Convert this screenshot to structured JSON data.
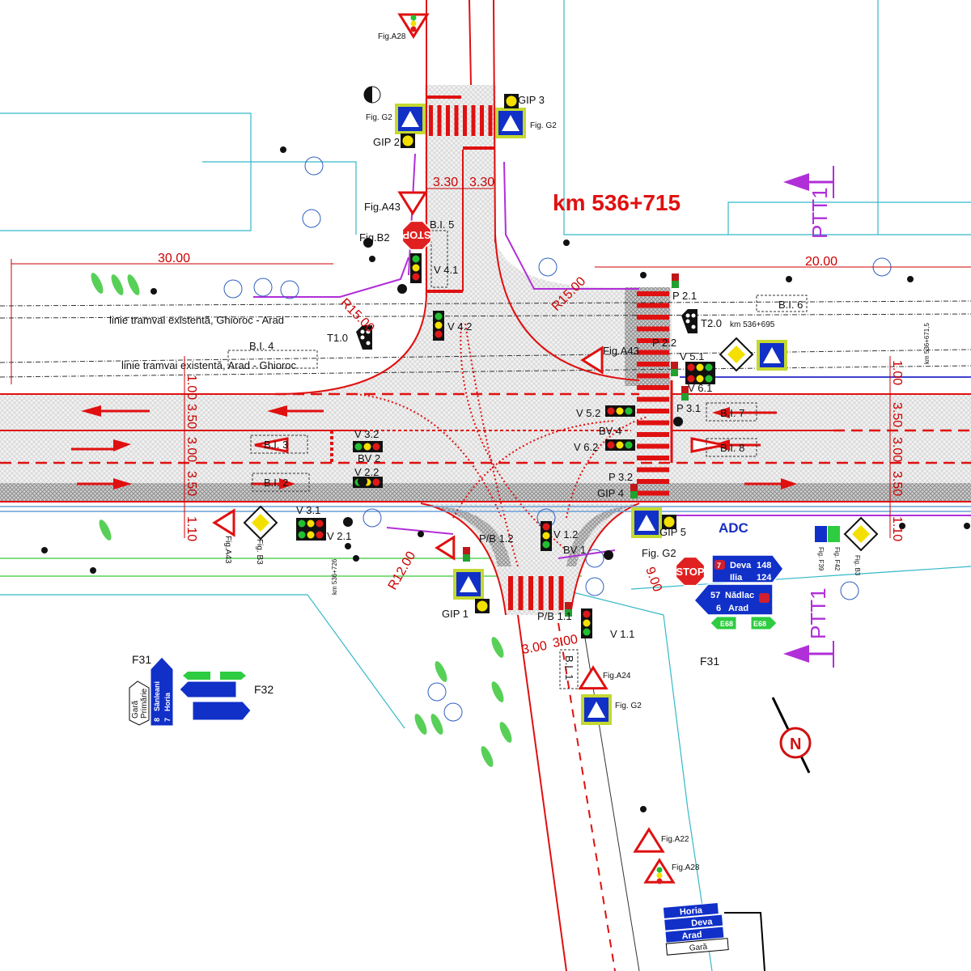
{
  "title_km": "km 536+715",
  "km_small": "km 536+695",
  "km_east": "km 536+671,5",
  "km_south": "km 536+726",
  "dimensions": {
    "west_len": "30.00",
    "east_len": "20.00",
    "north_l": "3.30",
    "north_r": "3.30",
    "w_1": "1.00",
    "w_2": "3.50",
    "w_3": "3.00",
    "w_4": "3.50",
    "w_5": "1.10",
    "e_1": "1.00",
    "e_2": "3.50",
    "e_3": "3.00",
    "e_4": "3.50",
    "e_5": "1.10",
    "south_l": "3.00",
    "south_r": "3.00",
    "r_nw": "R15.00",
    "r_ne": "R15.00",
    "r_sw": "R12.00",
    "r_se": "9.00"
  },
  "tram_lines": {
    "north": "linie tramvai existentă, Ghioroc - Arad",
    "south": "linie tramvai existentă, Arad - Ghioroc"
  },
  "islands": {
    "bi1": "B.I. 1",
    "bi2": "B.I. 2",
    "bi3": "B.I. 3",
    "bi4": "B.I. 4",
    "bi5": "B.I. 5",
    "bi6": "B.I. 6",
    "bi7": "B.I. 7",
    "bi8": "B.I. 8"
  },
  "signals": {
    "v41": "V 4.1",
    "v42": "V 4.2",
    "t10": "T1.0",
    "t20": "T2.0",
    "v32": "V 3.2",
    "bv2": "BV 2",
    "v22": "V 2.2",
    "v31": "V 3.1",
    "v21": "V 2.1",
    "v51": "V 5.1",
    "v61": "V 6.1",
    "v52": "V 5.2",
    "bv4": "BV 4",
    "v62": "V 6.2",
    "p21": "P 2.1",
    "p22": "P 2.2",
    "p31": "P 3.1",
    "p32": "P 3.2",
    "gip1": "GIP 1",
    "gip2": "GIP 2",
    "gip3": "GIP 3",
    "gip4": "GIP 4",
    "gip5": "GIP 5",
    "pb12": "P/B 1.2",
    "pb11": "P/B 1.1",
    "v12": "V 1.2",
    "bv1": "BV 1",
    "v11": "V 1.1"
  },
  "figs": {
    "a28_n": "Fig.A28",
    "g2_nw": "Fig. G2",
    "g2_ne": "Fig. G2",
    "a43_n": "Fig.A43",
    "b2": "Fig.B2",
    "a43_e": "Fig.A43",
    "a43_w": "Fig.A43",
    "b3_w": "Fig. B3",
    "g2_se": "Fig. G2",
    "a24": "Fig.A24",
    "g2_s": "Fig. G2",
    "a22": "Fig.A22",
    "a28_s": "Fig.A28",
    "f39": "Fig. F39",
    "f42": "Fig. F42",
    "b3_e": "Fig. B3"
  },
  "markers": {
    "ptt_n": "PTT1",
    "ptt_s": "PTT1",
    "adc": "ADC",
    "f31_w": "F31",
    "f32": "F32",
    "f31_e": "F31",
    "stop": "STOP",
    "north": "N"
  },
  "direction_signs": {
    "east": {
      "deva": "Deva",
      "deva_km": "148",
      "ilia": "Ilia",
      "ilia_km": "124",
      "nadlac": "Nădlac",
      "nadlac_km": "57",
      "arad": "Arad",
      "arad_km": "6",
      "dn": "7",
      "euro": "E68"
    },
    "west": {
      "sanleani": "Sânleani",
      "sanleani_km": "8",
      "horia": "Horia",
      "horia_km": "7",
      "gara": "Gară",
      "primarie": "Primărie"
    },
    "south": {
      "horia": "Horia",
      "deva": "Deva",
      "arad": "Arad",
      "gara": "Gară"
    }
  },
  "colors": {
    "marking": "#e01010",
    "sign_blue": "#1030c8",
    "sign_green": "#2ecc40",
    "utility": "#b02fd8",
    "boundary": "#35b8c8",
    "signal_bg": "#111111"
  }
}
